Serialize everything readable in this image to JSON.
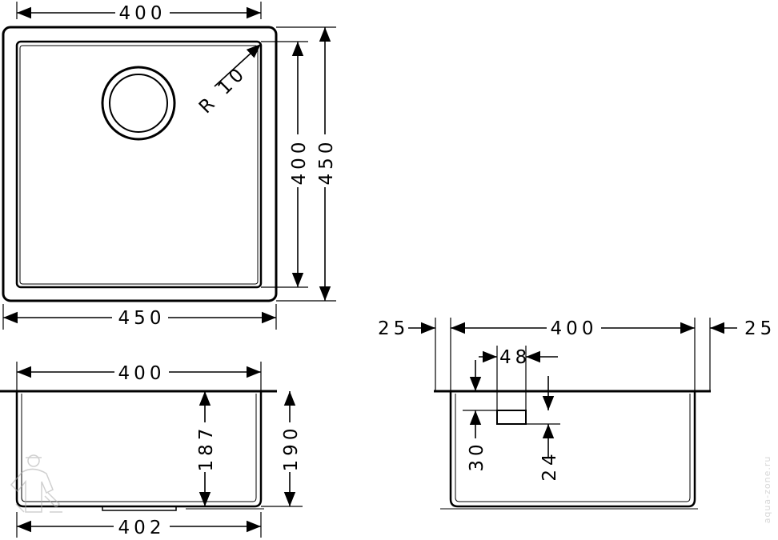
{
  "top_view": {
    "width_top": "400",
    "width_bottom": "450",
    "height_inner": "400",
    "height_outer": "450",
    "radius": "R 10"
  },
  "front_view": {
    "width_top": "400",
    "width_bottom": "402",
    "depth_inner": "187",
    "depth_outer": "190"
  },
  "side_view": {
    "left_margin": "25",
    "width": "400",
    "right_margin": "25",
    "drain_width": "48",
    "drain_offset": "30",
    "drain_height": "24"
  },
  "watermark": {
    "text": "aqua-zone.ru"
  }
}
